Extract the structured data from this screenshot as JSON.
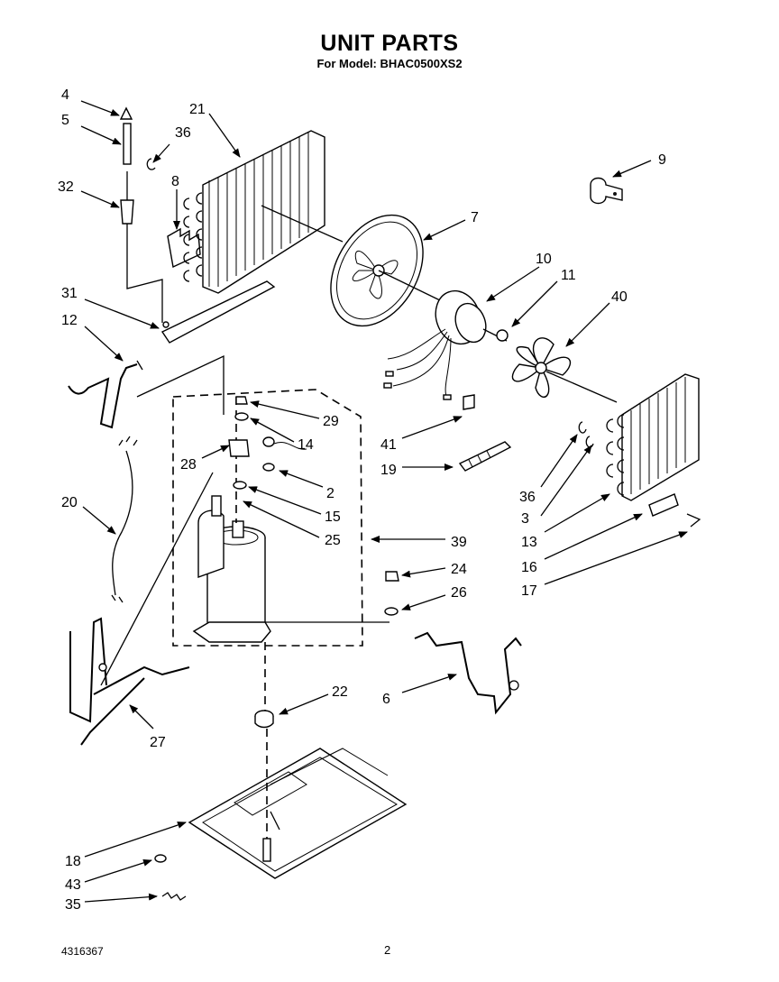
{
  "title": "UNIT PARTS",
  "subtitle": "For Model: BHAC0500XS2",
  "footer": {
    "doc_number": "4316367",
    "page_number": "2"
  },
  "callouts": {
    "c4": "4",
    "c5": "5",
    "c32": "32",
    "c36a": "36",
    "c21": "21",
    "c8": "8",
    "c9": "9",
    "c7": "7",
    "c10": "10",
    "c11": "11",
    "c40": "40",
    "c31": "31",
    "c12": "12",
    "c29": "29",
    "c14": "14",
    "c28": "28",
    "c2": "2",
    "c15": "15",
    "c25": "25",
    "c41": "41",
    "c19": "19",
    "c20": "20",
    "c39": "39",
    "c36b": "36",
    "c3": "3",
    "c13": "13",
    "c16": "16",
    "c17": "17",
    "c24": "24",
    "c26": "26",
    "c22": "22",
    "c6": "6",
    "c27": "27",
    "c18": "18",
    "c43": "43",
    "c35": "35"
  }
}
